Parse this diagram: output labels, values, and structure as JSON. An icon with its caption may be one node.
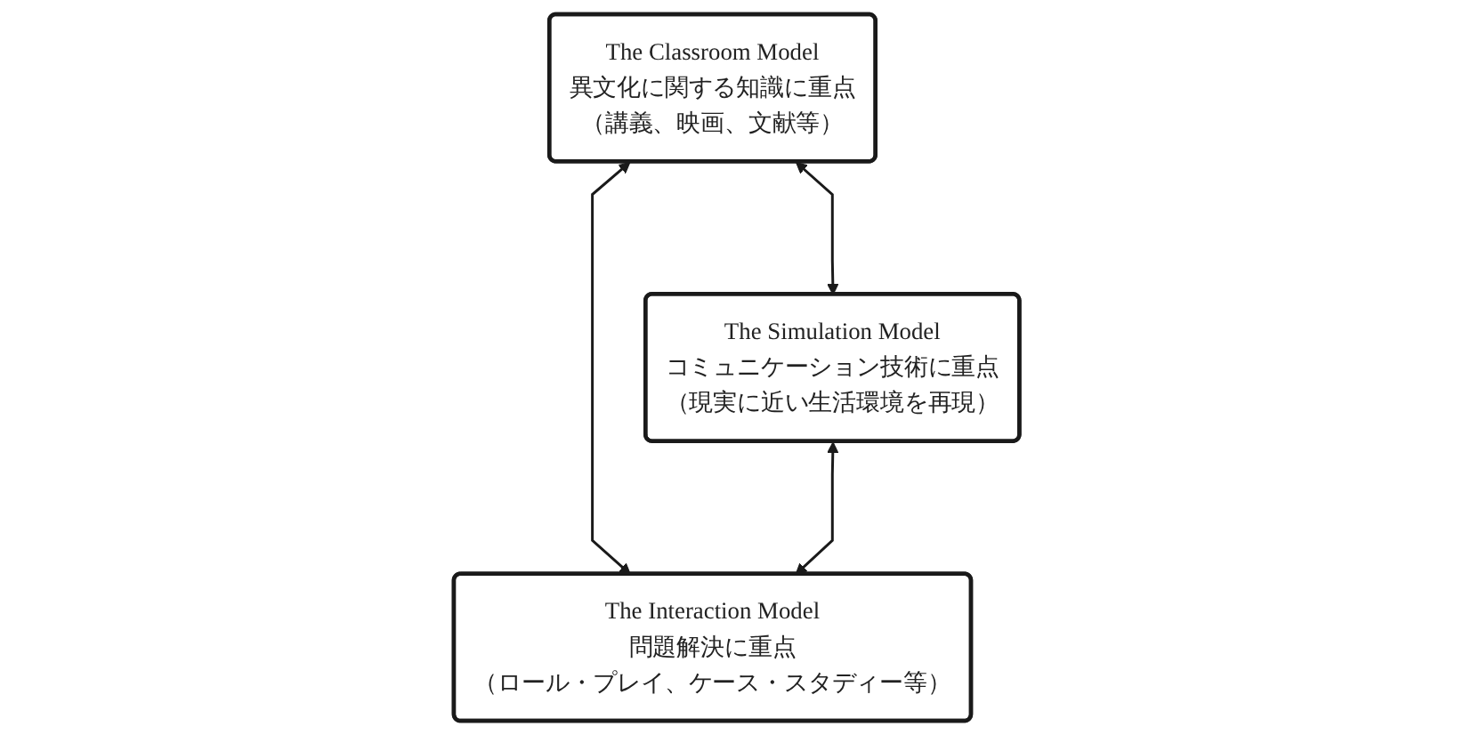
{
  "diagram": {
    "nodes": [
      {
        "text": [
          "The Classroom Model",
          "異文化に関する知識に重点",
          "（講義、映画、文献等）"
        ]
      },
      {
        "text": [
          "The Simulation Model",
          "コミュニケーション技術に重点",
          "（現実に近い生活環境を再現）"
        ]
      },
      {
        "text": [
          "The Interaction Model",
          "問題解決に重点",
          "（ロール・プレイ、ケース・スタディー等）"
        ]
      }
    ],
    "edges": [
      {
        "from": 0,
        "to": 1,
        "arrow": "both"
      },
      {
        "from": 0,
        "to": 2,
        "arrow": "both"
      },
      {
        "from": 1,
        "to": 2,
        "arrow": "both"
      }
    ]
  }
}
